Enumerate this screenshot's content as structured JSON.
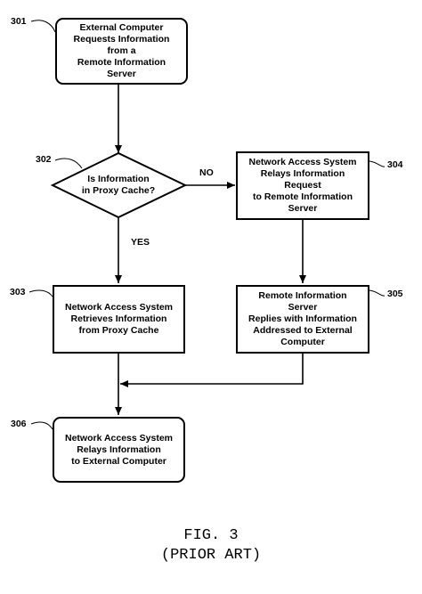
{
  "diagram": {
    "nodes": {
      "n301": {
        "ref": "301",
        "text": "External Computer\nRequests Information from a\nRemote Information Server"
      },
      "n302": {
        "ref": "302",
        "text": "Is Information\nin Proxy Cache?"
      },
      "n303": {
        "ref": "303",
        "text": "Network Access System\nRetrieves Information\nfrom Proxy Cache"
      },
      "n304": {
        "ref": "304",
        "text": "Network Access System\nRelays Information Request\nto Remote Information Server"
      },
      "n305": {
        "ref": "305",
        "text": "Remote Information Server\nReplies with Information\nAddressed to External\nComputer"
      },
      "n306": {
        "ref": "306",
        "text": "Network Access System\nRelays Information\nto External Computer"
      }
    },
    "edge_labels": {
      "no": "NO",
      "yes": "YES"
    },
    "edges": [
      {
        "from": "301",
        "to": "302"
      },
      {
        "from": "302",
        "to": "304",
        "label": "NO"
      },
      {
        "from": "302",
        "to": "303",
        "label": "YES"
      },
      {
        "from": "304",
        "to": "305"
      },
      {
        "from": "303",
        "to": "306"
      },
      {
        "from": "305",
        "to": "306"
      }
    ]
  },
  "caption": {
    "figure": "FIG. 3",
    "note": "(PRIOR ART)"
  }
}
